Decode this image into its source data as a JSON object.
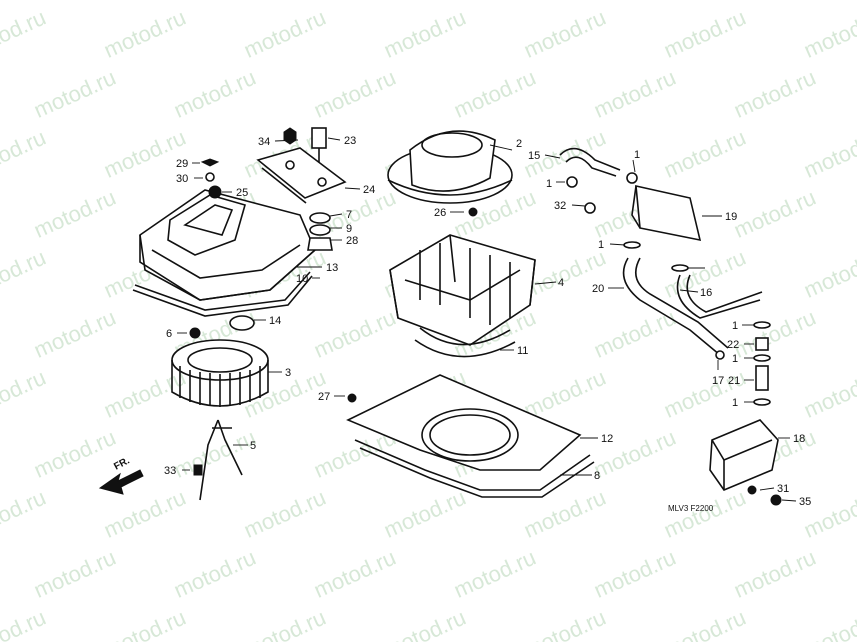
{
  "watermark": "motod.ru",
  "direction_label": "FR.",
  "code": "MLV3 F2200",
  "callouts": [
    "1",
    "2",
    "3",
    "4",
    "5",
    "6",
    "7",
    "8",
    "9",
    "10",
    "11",
    "12",
    "13",
    "14",
    "15",
    "16",
    "17",
    "18",
    "19",
    "20",
    "21",
    "22",
    "23",
    "24",
    "25",
    "26",
    "27",
    "28",
    "29",
    "30",
    "31",
    "32",
    "33",
    "34",
    "35"
  ]
}
